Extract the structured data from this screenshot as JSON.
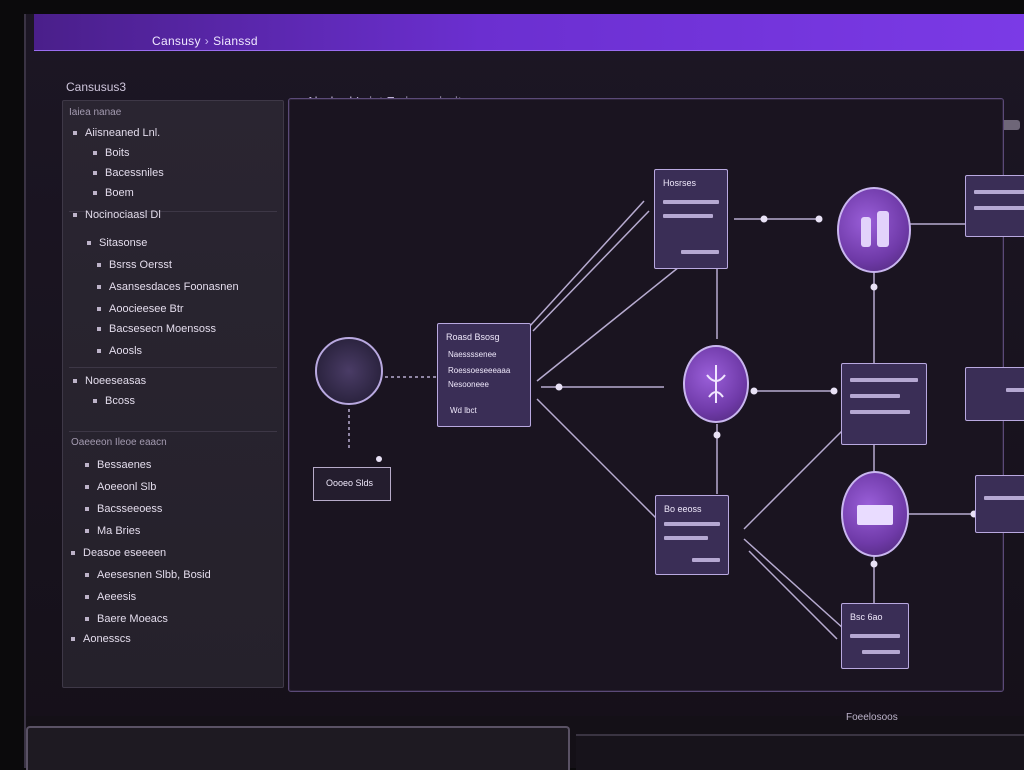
{
  "window": {
    "brand": "Cansusy",
    "brand_sub": "Sianssd"
  },
  "header": {
    "left_title": "Cansusus3",
    "canvas_title": "Alschad Lyint Fmiom wicsits"
  },
  "sidebar": {
    "groups": [
      {
        "head": "Iaiea nanae",
        "items": [
          "Aiisneaned Lnl.",
          "Boits",
          "Bacessniles",
          "Boem"
        ]
      },
      {
        "head": "Nocinociaasl Dl",
        "items": [
          "Sitasonse",
          "Bsrss Oersst",
          "Asansesdaces Foonasnen",
          "Aoocieesee Btr",
          "Bacsesecn Moensoss",
          "Aoosls"
        ]
      },
      {
        "head": "",
        "items": [
          "Noeeseasas",
          "Bcoss"
        ]
      },
      {
        "head": "Oaeeeon Ileoe eaacn",
        "items": [
          "Bessaenes",
          "Aoeeonl Slb",
          "Bacsseeoess",
          "Ma Bries",
          "Deasoe eseeeen",
          "Aeesesnen Slbb, Bosid",
          "Aeeesis",
          "Baere Moeacs",
          "Aonesscs"
        ]
      }
    ]
  },
  "canvas": {
    "start_tag": "Oooeo Slds",
    "center_node": {
      "title": "Roasd Bsosg",
      "lines": [
        "Naessssenee",
        "Roessoeseeeaaa",
        "Nesooneee"
      ],
      "footer": "Wd lbct"
    },
    "top_node": {
      "title": "Hosrses"
    },
    "bottom_node": {
      "title": "Bo eeoss"
    },
    "right_bottom_node": {
      "title": "Bsc 6ao"
    }
  },
  "footer": {
    "text": "Foeelosoos"
  },
  "colors": {
    "accent": "#7b3ae6",
    "node_fill": "#3a2e56",
    "node_border": "#b9a9e0",
    "circle_fill": "#8a4fcf"
  }
}
